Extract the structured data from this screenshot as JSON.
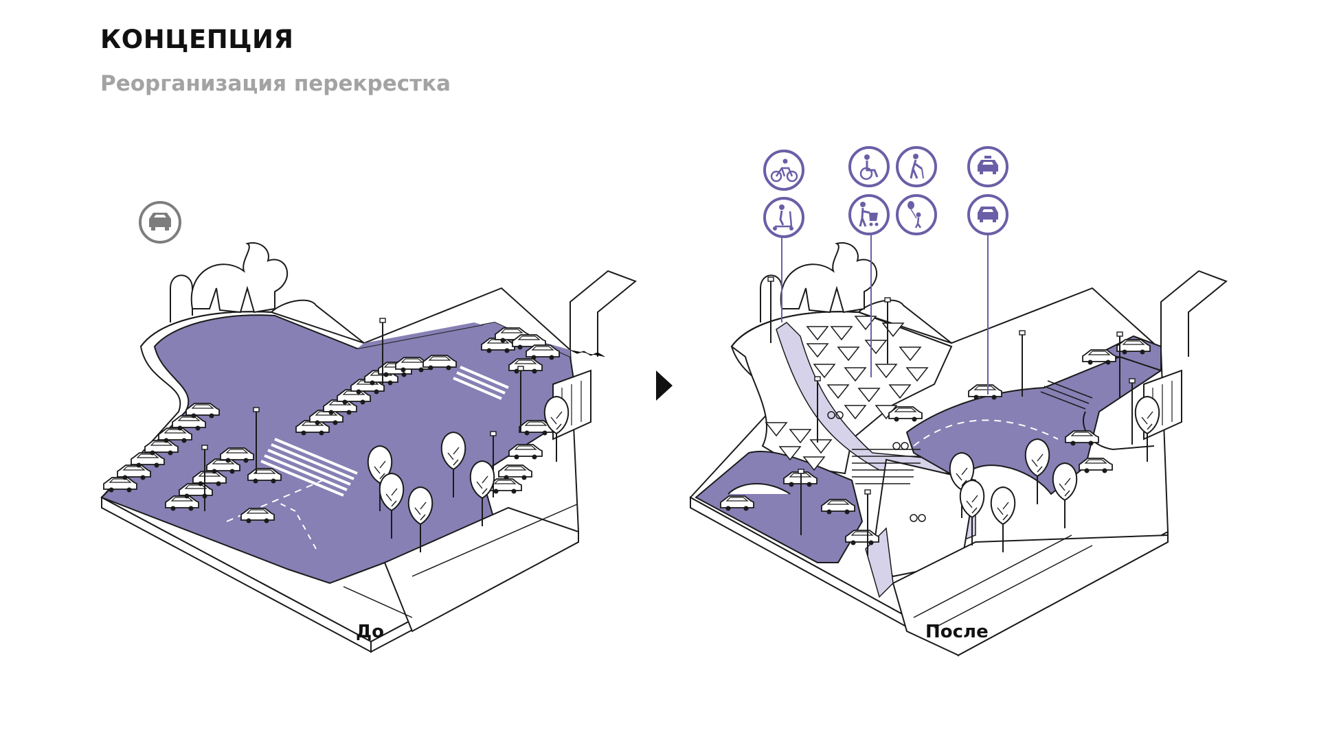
{
  "header": {
    "title": "КОНЦЕПЦИЯ",
    "subtitle": "Реорганизация перекрестка"
  },
  "panels": {
    "before": {
      "caption": "До",
      "mode_icons": [
        "car-icon"
      ]
    },
    "after": {
      "caption": "После",
      "mode_icons": [
        "bicycle-icon",
        "scooter-icon",
        "wheelchair-icon",
        "elderly-pedestrian-icon",
        "stroller-icon",
        "child-balloon-icon",
        "taxi-icon",
        "car-icon"
      ]
    }
  },
  "colors": {
    "road_fill": "#8680b4",
    "icon_accent": "#6a5fa6",
    "outline": "#1a1a1a",
    "neutral_icon": "#7d7d7d",
    "path_fill": "#d6d2ea"
  }
}
